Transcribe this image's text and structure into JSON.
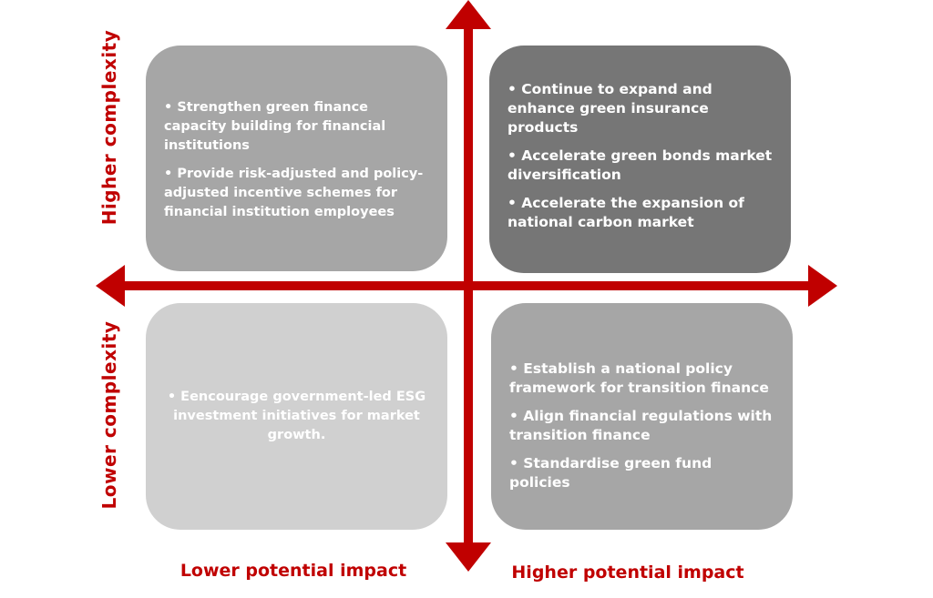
{
  "colors": {
    "axis": "#c00000",
    "top_left": "#a6a6a6",
    "top_right": "#767676",
    "bottom_left": "#d0d0d0",
    "bottom_right": "#a6a6a6"
  },
  "axis_labels": {
    "y_high": "Higher  complexity",
    "y_low": "Lower  complexity",
    "x_low": "Lower potential impact",
    "x_high": "Higher potential impact"
  },
  "quadrants": {
    "top_left": [
      "•  Strengthen green finance capacity building for financial institutions",
      "•  Provide risk-adjusted and policy-adjusted incentive schemes for financial institution employees"
    ],
    "top_right": [
      "•  Continue to expand and enhance green insurance products",
      "•  Accelerate green bonds market diversification",
      "•  Accelerate the expansion of national carbon market"
    ],
    "bottom_left": [
      "• Eencourage government-led ESG investment initiatives for market growth."
    ],
    "bottom_right": [
      "•   Establish a national policy framework for transition finance",
      "•   Align financial regulations with transition finance",
      "•   Standardise green fund policies"
    ]
  }
}
